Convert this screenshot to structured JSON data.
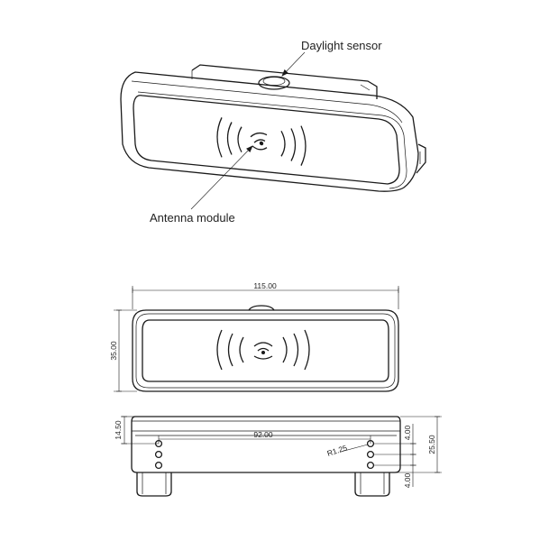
{
  "callouts": {
    "daylight_sensor": "Daylight sensor",
    "antenna_module": "Antenna module"
  },
  "dimensions": {
    "width": "115.00",
    "height": "35.00",
    "side_top": "14.50",
    "hole_spacing": "92.00",
    "hole_radius": "R1.25",
    "hole_pitch_top": "4.00",
    "hole_pitch_bottom": "4.00",
    "total_depth": "25.50"
  }
}
